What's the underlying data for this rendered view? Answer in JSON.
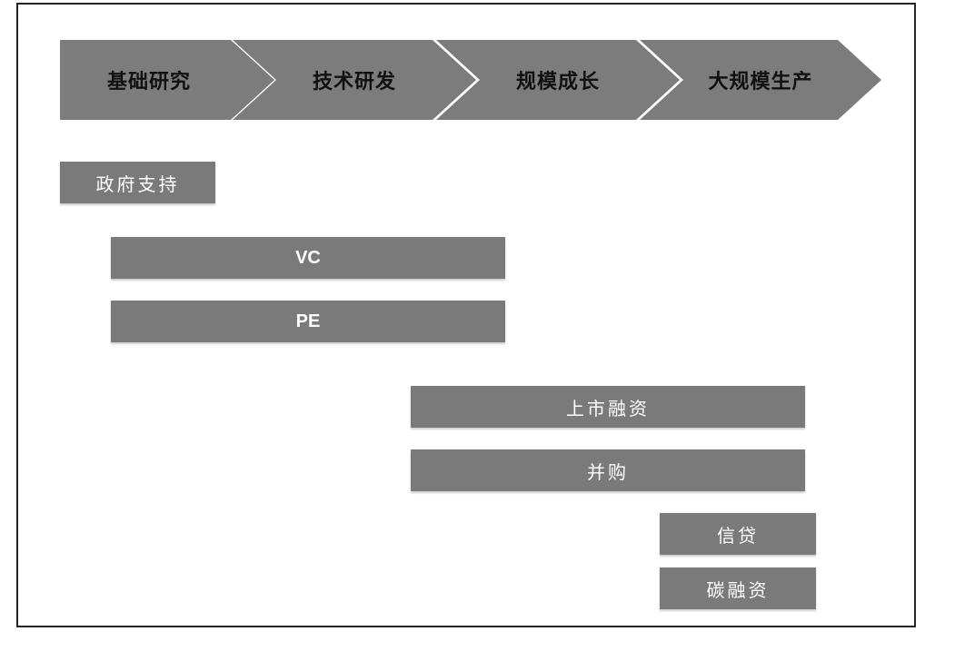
{
  "stages": [
    {
      "label": "基础研究"
    },
    {
      "label": "技术研发"
    },
    {
      "label": "规模成长"
    },
    {
      "label": "大规模生产"
    }
  ],
  "financing": [
    {
      "label": "政府支持"
    },
    {
      "label": "VC"
    },
    {
      "label": "PE"
    },
    {
      "label": "上市融资"
    },
    {
      "label": "并购"
    },
    {
      "label": "信贷"
    },
    {
      "label": "碳融资"
    }
  ],
  "colors": {
    "stage_fill": "#7c7c7c",
    "bar_fill": "#7a7a7a",
    "stage_text": "#111111",
    "bar_text": "#ffffff",
    "frame": "#262626"
  }
}
